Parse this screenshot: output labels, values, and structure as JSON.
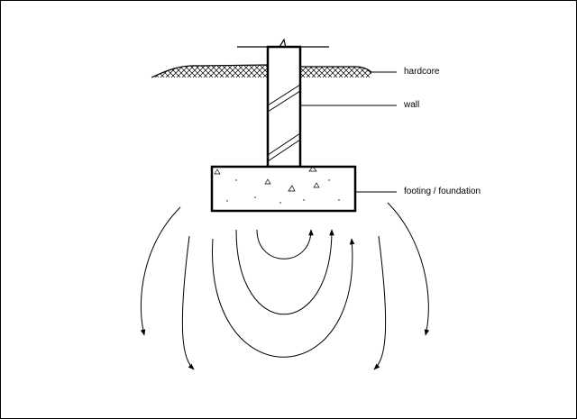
{
  "diagram": {
    "labels": {
      "hardcore": "hardcore",
      "wall": "wall",
      "footing": "footing / foundation"
    },
    "colors": {
      "ink": "#000000",
      "background": "#ffffff"
    }
  }
}
